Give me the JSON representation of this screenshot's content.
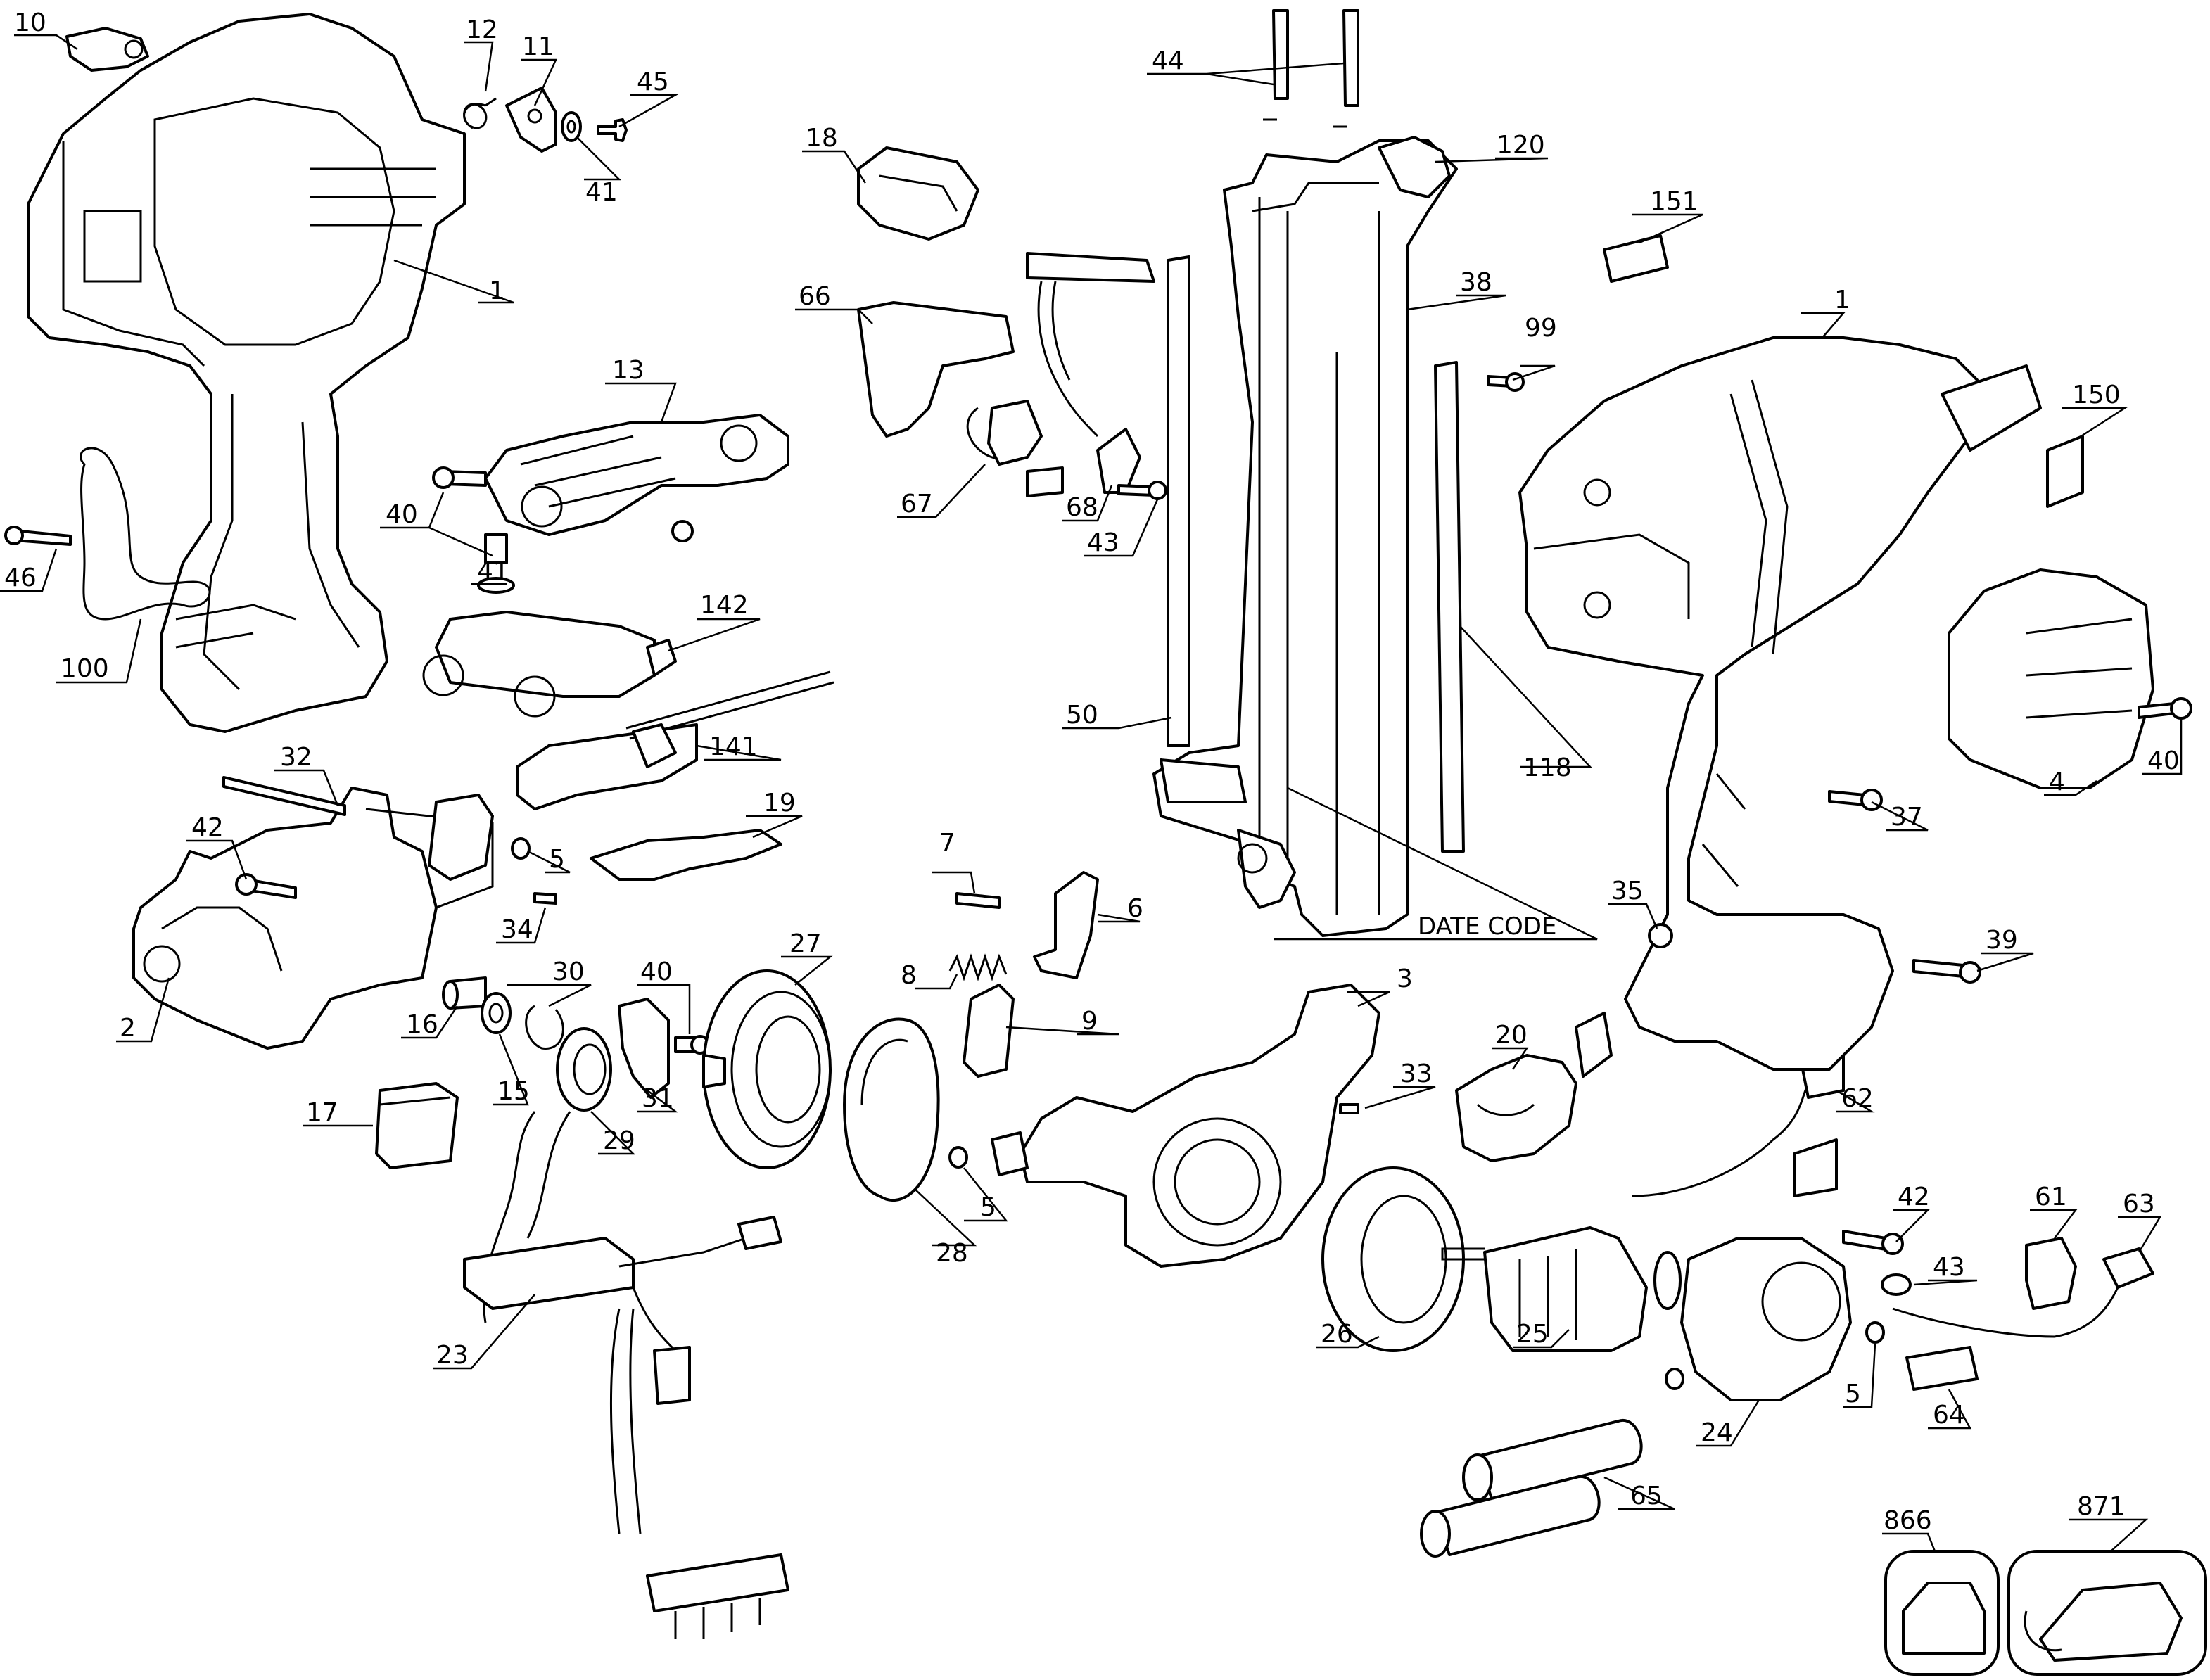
{
  "parts": [
    {
      "key": "p10",
      "number": "10"
    },
    {
      "key": "p12",
      "number": "12"
    },
    {
      "key": "p11",
      "number": "11"
    },
    {
      "key": "p45",
      "number": "45"
    },
    {
      "key": "p41a",
      "number": "41"
    },
    {
      "key": "p1a",
      "number": "1"
    },
    {
      "key": "p13",
      "number": "13"
    },
    {
      "key": "p40a",
      "number": "40"
    },
    {
      "key": "p41b",
      "number": "41"
    },
    {
      "key": "p46",
      "number": "46"
    },
    {
      "key": "p100",
      "number": "100"
    },
    {
      "key": "p142",
      "number": "142"
    },
    {
      "key": "p141",
      "number": "141"
    },
    {
      "key": "p32",
      "number": "32"
    },
    {
      "key": "p19",
      "number": "19"
    },
    {
      "key": "p42a",
      "number": "42"
    },
    {
      "key": "p5a",
      "number": "5"
    },
    {
      "key": "p34",
      "number": "34"
    },
    {
      "key": "p2",
      "number": "2"
    },
    {
      "key": "p16",
      "number": "16"
    },
    {
      "key": "p30",
      "number": "30"
    },
    {
      "key": "p15",
      "number": "15"
    },
    {
      "key": "p40b",
      "number": "40"
    },
    {
      "key": "p29",
      "number": "29"
    },
    {
      "key": "p31",
      "number": "31"
    },
    {
      "key": "p27",
      "number": "27"
    },
    {
      "key": "p17",
      "number": "17"
    },
    {
      "key": "p23",
      "number": "23"
    },
    {
      "key": "p18",
      "number": "18"
    },
    {
      "key": "p66",
      "number": "66"
    },
    {
      "key": "p67",
      "number": "67"
    },
    {
      "key": "p68",
      "number": "68"
    },
    {
      "key": "p43a",
      "number": "43"
    },
    {
      "key": "p44",
      "number": "44"
    },
    {
      "key": "p120",
      "number": "120"
    },
    {
      "key": "p38",
      "number": "38"
    },
    {
      "key": "p50",
      "number": "50"
    },
    {
      "key": "p118",
      "number": "118"
    },
    {
      "key": "p7",
      "number": "7"
    },
    {
      "key": "p6",
      "number": "6"
    },
    {
      "key": "p8",
      "number": "8"
    },
    {
      "key": "p9",
      "number": "9"
    },
    {
      "key": "p3",
      "number": "3"
    },
    {
      "key": "p28",
      "number": "28"
    },
    {
      "key": "p5b",
      "number": "5"
    },
    {
      "key": "p33",
      "number": "33"
    },
    {
      "key": "p20",
      "number": "20"
    },
    {
      "key": "p26",
      "number": "26"
    },
    {
      "key": "p25",
      "number": "25"
    },
    {
      "key": "p151",
      "number": "151"
    },
    {
      "key": "p99",
      "number": "99"
    },
    {
      "key": "p1b",
      "number": "1"
    },
    {
      "key": "p150",
      "number": "150"
    },
    {
      "key": "p40c",
      "number": "40"
    },
    {
      "key": "p4",
      "number": "4"
    },
    {
      "key": "p37",
      "number": "37"
    },
    {
      "key": "p35",
      "number": "35"
    },
    {
      "key": "p39",
      "number": "39"
    },
    {
      "key": "p62",
      "number": "62"
    },
    {
      "key": "p42b",
      "number": "42"
    },
    {
      "key": "p43b",
      "number": "43"
    },
    {
      "key": "p61",
      "number": "61"
    },
    {
      "key": "p63",
      "number": "63"
    },
    {
      "key": "p24",
      "number": "24"
    },
    {
      "key": "p5c",
      "number": "5"
    },
    {
      "key": "p64",
      "number": "64"
    },
    {
      "key": "p65",
      "number": "65"
    },
    {
      "key": "p866",
      "number": "866"
    },
    {
      "key": "p871",
      "number": "871"
    }
  ],
  "date_code_label": "DATE CODE"
}
